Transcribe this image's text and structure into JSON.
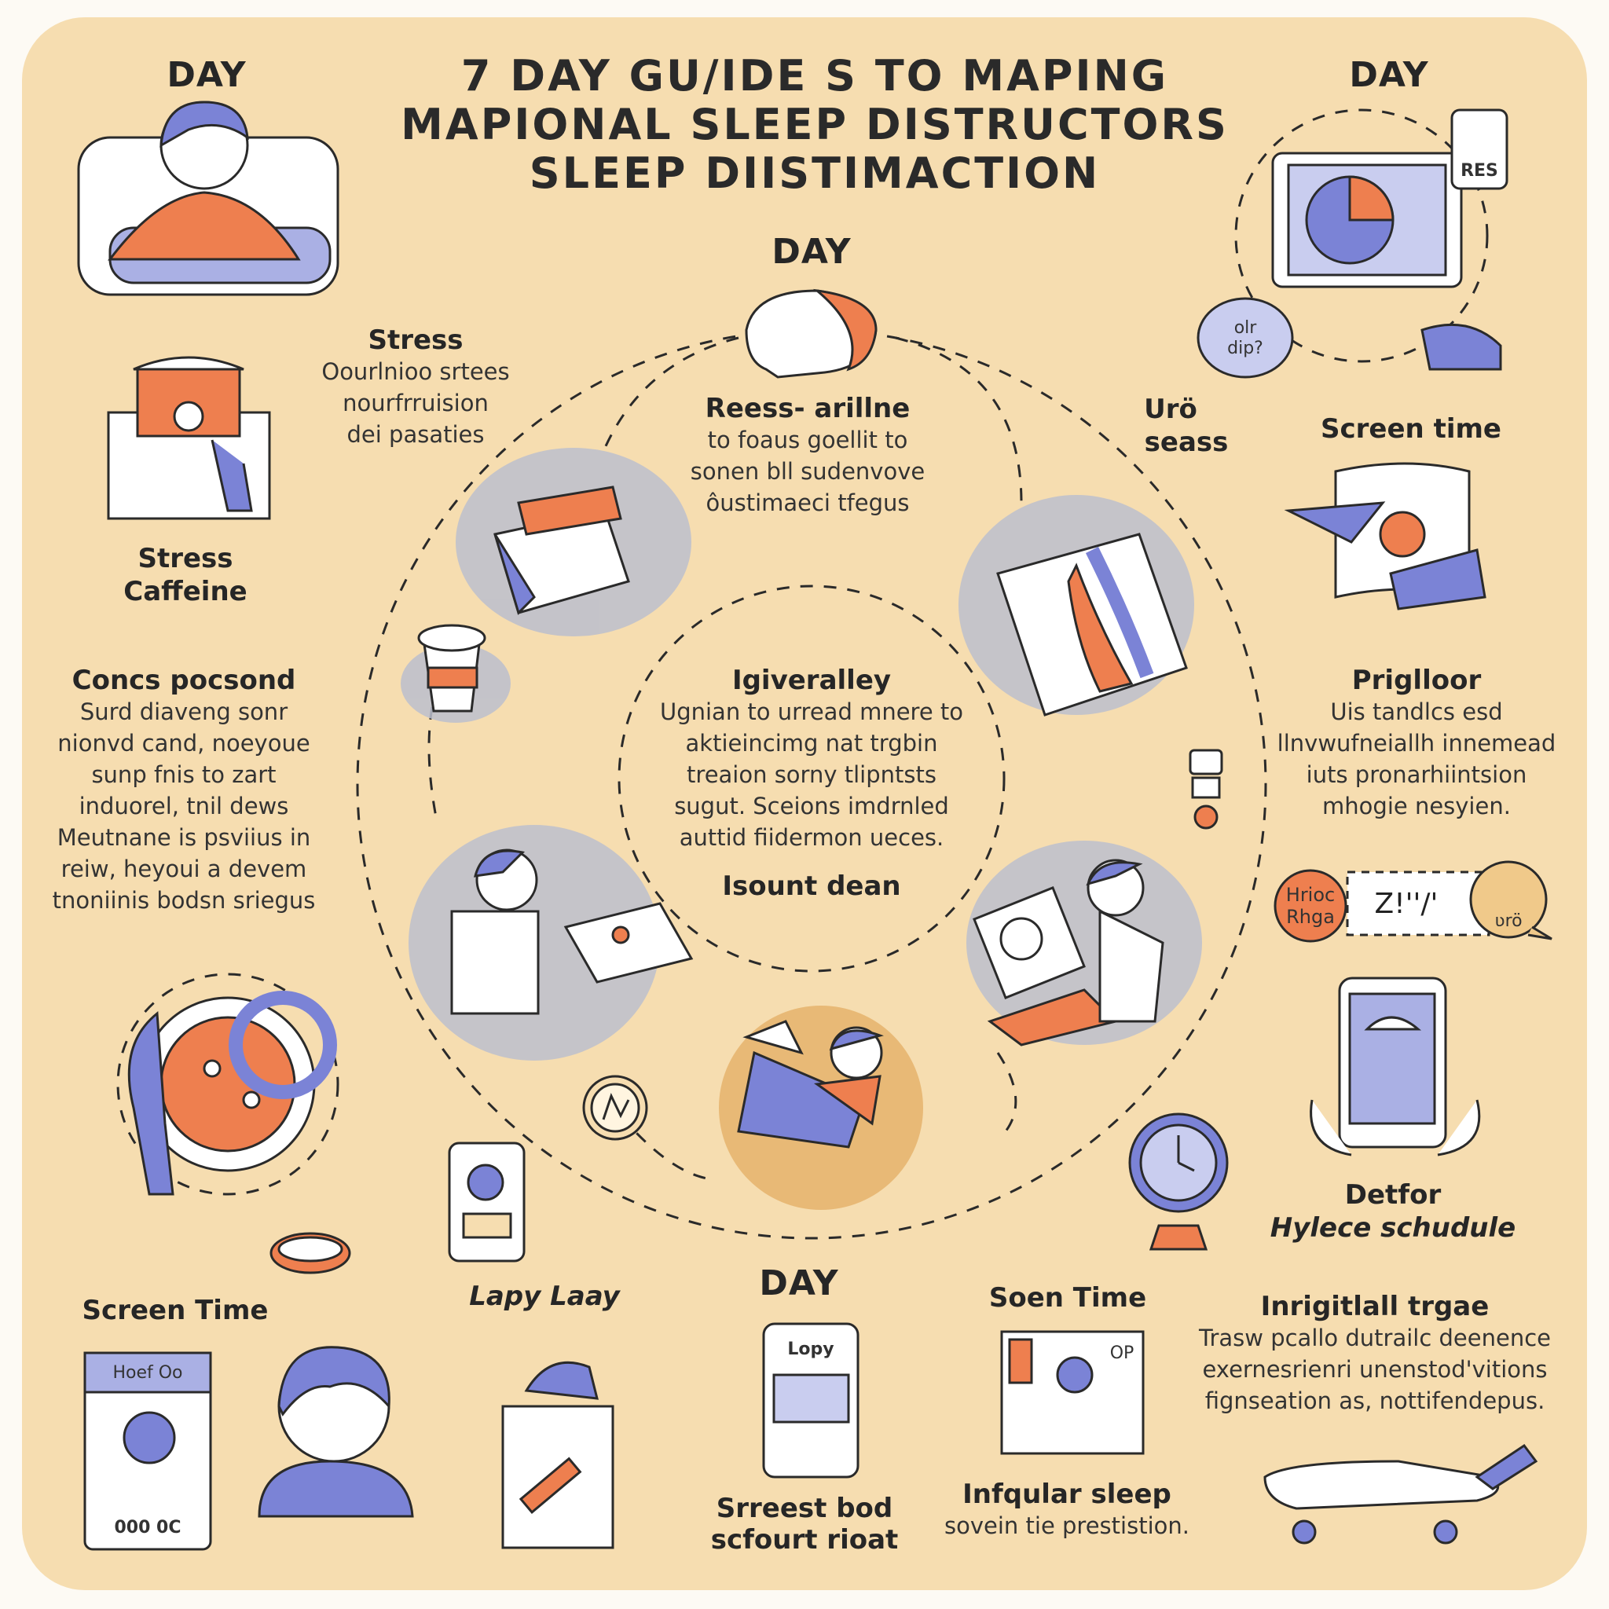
{
  "title": {
    "line1": "7 DAY GU/IDE S TO MAPING",
    "line2": "MAPIONAL SLEEP DISTRUCTORS",
    "line3": "SLEEP DIISTIMACTION"
  },
  "day_labels": {
    "top_left": "DAY",
    "top_right": "DAY",
    "center": "DAY",
    "bottom": "DAY"
  },
  "sections": {
    "stress": {
      "heading": "Stress",
      "lines": [
        "Oourlnioo srtees",
        "nourfrruision",
        "dei pasaties"
      ]
    },
    "ress": {
      "heading": "Reess- arillne",
      "lines": [
        "to foaus goellit to",
        "sonen bll sudenvove",
        "ôustimaeci tfegus"
      ]
    },
    "uro": {
      "lines": [
        "Urö",
        "seass"
      ]
    },
    "screen_time_top": {
      "heading": "Screen time"
    },
    "stress_caffeine": {
      "lines": [
        "Stress",
        "Caffeine"
      ]
    },
    "concs": {
      "heading": "Concs pocsond",
      "lines": [
        "Surd diaveng sonr",
        "nionvd cand, noeyoue",
        "sunp fnis to zart",
        "induorel, tnil dews",
        "Meutnane is psviius in",
        "reiw, heyoui a devem",
        "tnoniinis bodsn sriegus"
      ]
    },
    "center": {
      "heading": "Igiveralley",
      "lines": [
        "Ugnian to urread mnere to",
        "aktieincimg nat trgbin",
        "treaion sorny tlipntsts",
        "sugut. Sceions imdrnled",
        "auttid fiidermon ueces."
      ],
      "footer": "Isount dean"
    },
    "priglloor": {
      "heading": "Priglloor",
      "lines": [
        "Uis tandlcs esd",
        "llnvwufneiallh innemead",
        "iuts pronarhiintsion",
        "mhogie nesyien."
      ]
    },
    "detfor": {
      "lines": [
        "Detfor",
        "Hylece schudule"
      ]
    },
    "screen_time_bottom": {
      "heading": "Screen Time"
    },
    "lapy": {
      "heading": "Lapy Laay"
    },
    "soen": {
      "heading": "Soen Time"
    },
    "inrigitlall": {
      "heading": "Inrigitlall trgae",
      "lines": [
        "Trasw pcallo dutrailc deenence",
        "exernesrienri unenstod'vitions",
        "fignseation  as, nottifendepus."
      ]
    },
    "sreest": {
      "lines": [
        "Srreest bod",
        "scfourt rioat"
      ]
    },
    "infqular": {
      "heading": "Infqular sleep",
      "lines": [
        "sovein tie prestistion."
      ]
    }
  },
  "small_text": {
    "res_badge": "RES",
    "bubble": [
      "olr",
      "dip?"
    ],
    "hrioc": [
      "Hrioc",
      "Rhga"
    ],
    "zz": "Z!''/'",
    "face_bubble": "ʋrö",
    "phone_lopy": "Lopy",
    "phone_hoef": "Hoef Oo",
    "phone_counter": "000 0C",
    "book_op": "OP"
  },
  "colors": {
    "background": "#f6ddb0",
    "orange": "#ee7f4f",
    "periwinkle": "#7b83d6",
    "blob": "#bcbfce",
    "ink": "#262626"
  }
}
